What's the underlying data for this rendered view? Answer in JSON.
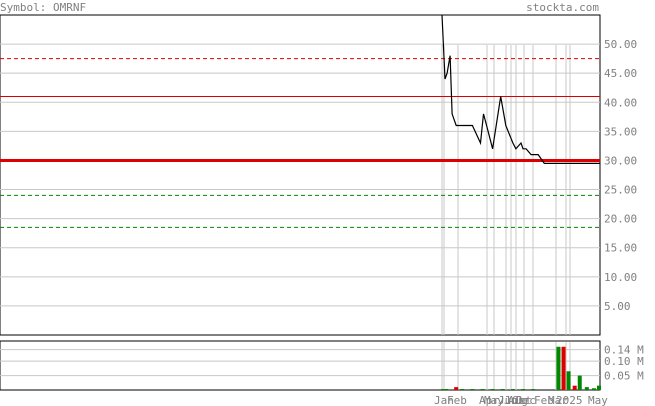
{
  "header": {
    "symbol_label": "Symbol: OMRNF",
    "watermark": "stockta.com"
  },
  "colors": {
    "grid": "#c8c8c8",
    "axis_text": "#808080",
    "price_line": "#000000",
    "resistance": "#dd0000",
    "support": "#008800",
    "volume_up": "#008800",
    "volume_down": "#dd0000"
  },
  "chart_data": [
    {
      "type": "line",
      "ylim": [
        0,
        55
      ],
      "y_ticks": [
        "50.00",
        "45.00",
        "40.00",
        "35.00",
        "30.00",
        "25.00",
        "20.00",
        "15.00",
        "10.00",
        "5.00"
      ],
      "y_tick_values": [
        50,
        45,
        40,
        35,
        30,
        25,
        20,
        15,
        10,
        5
      ],
      "x_labels": [
        "Jan",
        "Feb",
        "Apr",
        "May",
        "Jun",
        "Jul",
        "Aug",
        "Oct",
        "Dec",
        "Feb",
        "Mar",
        "2025",
        "May"
      ],
      "price_x": [
        0,
        3,
        5,
        8,
        10,
        14,
        20,
        30,
        38,
        41,
        44,
        50,
        58,
        63,
        70,
        73,
        78,
        80,
        83,
        88,
        95,
        101,
        108,
        116,
        124,
        132,
        140,
        148,
        156
      ],
      "price_y": [
        80,
        44,
        45,
        48,
        38,
        36,
        36,
        36,
        33,
        38,
        36,
        32,
        41,
        36,
        33,
        32,
        33,
        32,
        32,
        31,
        31,
        29.5,
        29.5,
        29.5,
        29.5,
        29.5,
        29.5,
        29.5,
        29.5
      ],
      "levels": [
        {
          "value": 47.5,
          "kind": "resistance",
          "style": "dashed"
        },
        {
          "value": 41,
          "kind": "resistance",
          "style": "solid"
        },
        {
          "value": 30,
          "kind": "resistance",
          "style": "bold"
        },
        {
          "value": 24,
          "kind": "support",
          "style": "dashed"
        },
        {
          "value": 18.5,
          "kind": "support",
          "style": "dashed"
        }
      ]
    },
    {
      "type": "bar",
      "ylim": [
        0,
        0.17
      ],
      "y_ticks": [
        "0.14 M",
        "0.10 M",
        "0.05 M"
      ],
      "y_tick_values": [
        0.14,
        0.1,
        0.05
      ],
      "bars": [
        {
          "x": 1,
          "value": 0.002,
          "dir": "up"
        },
        {
          "x": 4,
          "value": 0.002,
          "dir": "up"
        },
        {
          "x": 14,
          "value": 0.01,
          "dir": "down"
        },
        {
          "x": 20,
          "value": 0.002,
          "dir": "up"
        },
        {
          "x": 30,
          "value": 0.002,
          "dir": "up"
        },
        {
          "x": 40,
          "value": 0.002,
          "dir": "up"
        },
        {
          "x": 50,
          "value": 0.002,
          "dir": "up"
        },
        {
          "x": 60,
          "value": 0.002,
          "dir": "up"
        },
        {
          "x": 70,
          "value": 0.002,
          "dir": "up"
        },
        {
          "x": 80,
          "value": 0.002,
          "dir": "up"
        },
        {
          "x": 90,
          "value": 0.002,
          "dir": "up"
        },
        {
          "x": 115,
          "value": 0.15,
          "dir": "up"
        },
        {
          "x": 120,
          "value": 0.15,
          "dir": "down"
        },
        {
          "x": 125,
          "value": 0.065,
          "dir": "up"
        },
        {
          "x": 131,
          "value": 0.015,
          "dir": "down"
        },
        {
          "x": 136,
          "value": 0.05,
          "dir": "up"
        },
        {
          "x": 143,
          "value": 0.01,
          "dir": "up"
        },
        {
          "x": 150,
          "value": 0.006,
          "dir": "up"
        },
        {
          "x": 155,
          "value": 0.015,
          "dir": "up"
        }
      ]
    }
  ]
}
